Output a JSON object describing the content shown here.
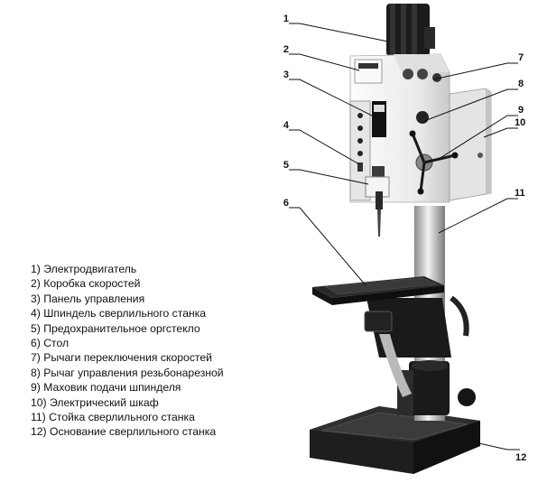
{
  "callouts": [
    "1",
    "2",
    "3",
    "4",
    "5",
    "6",
    "7",
    "8",
    "9",
    "10",
    "11",
    "12"
  ],
  "legend": [
    "1) Электродвигатель",
    "2) Коробка скоростей",
    "3) Панель управления",
    "4) Шпиндель сверлильного станка",
    "5) Предохранительное оргстекло",
    "6) Стол",
    "7) Рычаги переключения скоростей",
    "8) Рычаг управления резьбонарезной",
    "9) Маховик подачи шпинделя",
    "10) Электрический шкаф",
    "11) Стойка сверлильного станка",
    "12) Основание сверлильного станка"
  ]
}
